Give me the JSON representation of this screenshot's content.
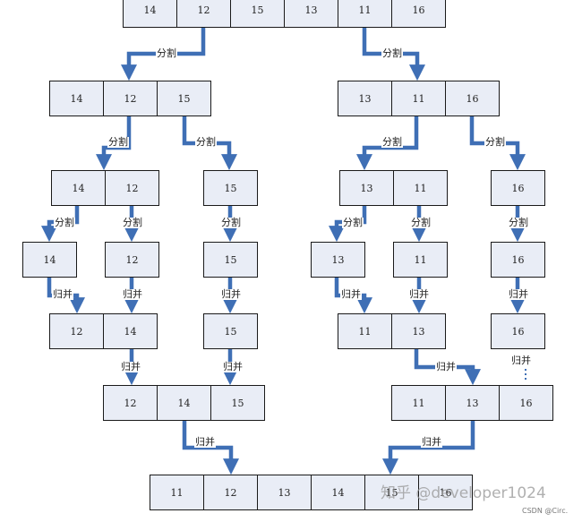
{
  "colors": {
    "arrow": "#3f6fb5",
    "cell_fill": "#e9edf6",
    "cell_border": "#1a1a1a"
  },
  "labels": {
    "split": "分割",
    "merge": "归并"
  },
  "rows": {
    "r0": [
      "14",
      "12",
      "15",
      "13",
      "11",
      "16"
    ],
    "r1_left": [
      "14",
      "12",
      "15"
    ],
    "r1_right": [
      "13",
      "11",
      "16"
    ],
    "r2_a": [
      "14",
      "12"
    ],
    "r2_b": [
      "15"
    ],
    "r2_c": [
      "13",
      "11"
    ],
    "r2_d": [
      "16"
    ],
    "r3": [
      "14",
      "12",
      "15",
      "13",
      "11",
      "16"
    ],
    "r4_a": [
      "12",
      "14"
    ],
    "r4_b": [
      "15"
    ],
    "r4_c": [
      "11",
      "13"
    ],
    "r4_d": [
      "16"
    ],
    "r5_left": [
      "12",
      "14",
      "15"
    ],
    "r5_right": [
      "11",
      "13",
      "16"
    ],
    "r6": [
      "11",
      "12",
      "13",
      "14",
      "15",
      "16"
    ]
  },
  "watermark": {
    "main": "知乎 @developer1024",
    "credit": "CSDN @Circ."
  }
}
